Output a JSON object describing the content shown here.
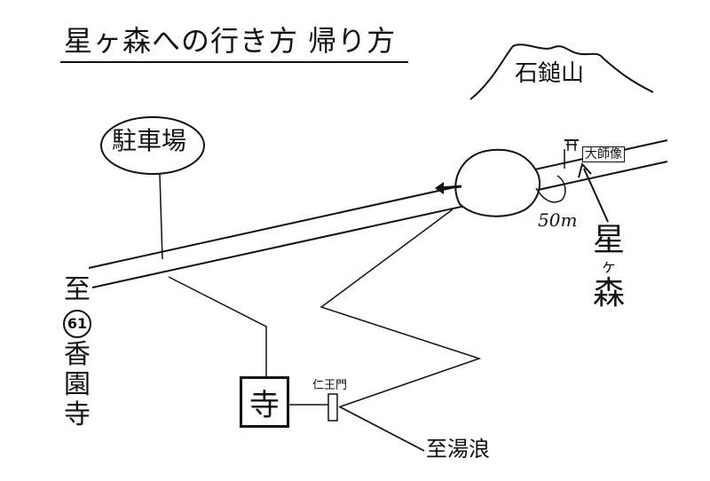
{
  "title": "星ヶ森への行き方 帰り方",
  "mountain": {
    "name": "石鎚山"
  },
  "parking": {
    "label": "駐車場"
  },
  "origin": {
    "prefix": "至",
    "number": "61",
    "temple": "香園寺"
  },
  "temple": {
    "label": "寺"
  },
  "gate": {
    "label": "仁王門"
  },
  "destination_south": {
    "label": "至湯浪"
  },
  "shrine": {
    "label": "大師像"
  },
  "distance": {
    "label": "50m"
  },
  "hoshigamori": {
    "char1": "星",
    "char2": "ヶ",
    "char3": "森"
  }
}
